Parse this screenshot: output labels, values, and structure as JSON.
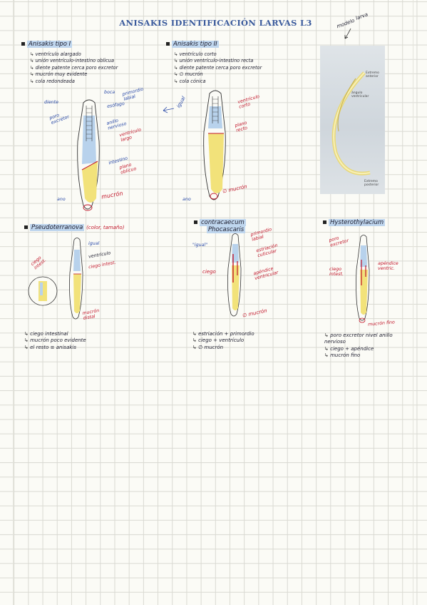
{
  "title": "ANISAKIS IDENTIFICACIÓN LARVAS L3",
  "top_note": {
    "line1": "modelo",
    "line2": "larva"
  },
  "photo": {
    "label_top": "Extremo anterior",
    "label_mid": "ángulo ventricular",
    "label_bottom": "Extremo posterior"
  },
  "section1": {
    "heading": "Anisakis tipo I",
    "bullets": [
      "ventrículo alargado",
      "unión ventrículo-intestino oblicua",
      "diente patente cerca poro excretor",
      "mucrón muy evidente",
      "cola redondeada"
    ],
    "labels": {
      "diente": "diente",
      "poro": "poro excretor",
      "boca": "boca",
      "primordio": "primordio labial",
      "esofago": "esófago",
      "anillo": "anillo nervioso",
      "ventriculo": "ventrículo largo",
      "intestino": "intestino",
      "plano": "plano oblicuo",
      "ano": "ano",
      "mucron": "mucrón"
    }
  },
  "section2": {
    "heading": "Anisakis tipo II",
    "igual": "igual",
    "bullets": [
      "ventrículo corto",
      "unión ventrículo-intestino recta",
      "diente patente cerca poro excretor",
      "∅ mucrón",
      "cola cónica"
    ],
    "labels": {
      "ventriculo": "ventrículo corto",
      "plano": "plano recto",
      "ano": "ano",
      "mucron": "∅ mucrón"
    }
  },
  "section3": {
    "heading": "Pseudoterranova",
    "note": "(color, tamaño)",
    "labels": {
      "igual": "igual",
      "ventriculo": "ventrículo",
      "ciego_intest": "ciego intest.",
      "ciego_intestinal": "ciego intest.",
      "mucron": "mucrón distal"
    },
    "bullets": [
      "ciego intestinal",
      "mucrón poco evidente",
      "el resto ≡ anisakis"
    ]
  },
  "section4": {
    "heading_line1": "contracaecum",
    "heading_line2": "Phocascaris",
    "labels": {
      "igual": "\"igual\"",
      "primordio": "primordio labial",
      "estriacion": "estriación cuticular",
      "ciego": "ciego",
      "apendice": "apéndice ventricular",
      "mucron": "∅ mucrón"
    },
    "bullets": [
      "estriación + primordio",
      "ciego + ventrículo",
      "∅ mucrón"
    ]
  },
  "section5": {
    "heading": "Hysterothylacium",
    "labels": {
      "poro": "poro excretor",
      "ciego": "ciego intest.",
      "apendice": "apéndice ventric.",
      "mucron": "mucrón fino"
    },
    "bullets": [
      "poro excretor nivel anillo nervioso",
      "ciego + apéndice",
      "mucrón fino"
    ]
  },
  "colors": {
    "blue_ink": "#2a4aa8",
    "red_ink": "#c2162a",
    "highlight": "#bfd6ee",
    "larva_blue": "#b8d2ec",
    "larva_yellow": "#f2e27a"
  }
}
